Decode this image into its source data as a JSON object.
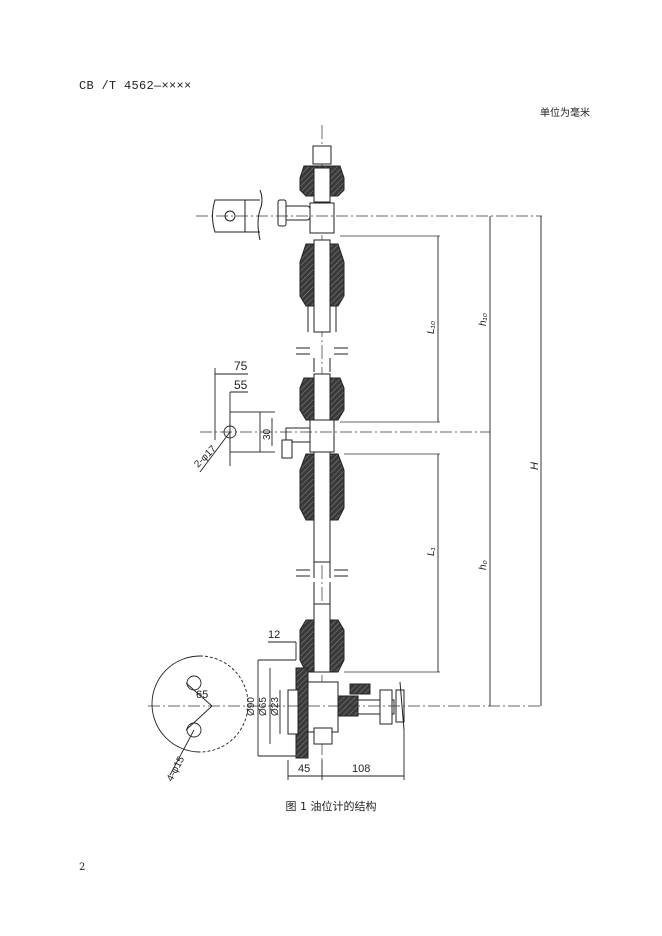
{
  "header": {
    "standard_code": "CB /T 4562—××××",
    "unit_note": "单位为毫米"
  },
  "figure": {
    "caption": "图 1 油位计的结构",
    "dimensions": {
      "d75": "75",
      "d55": "55",
      "d30": "30",
      "d12": "12",
      "d45": "45",
      "d108": "108",
      "holes_top": "2-φ17",
      "holes_bottom": "4-φ15",
      "r65": "65",
      "phi90": "Ø90",
      "phi65": "Ø65",
      "phi23": "Ø23",
      "h": "H",
      "h0": "h₀",
      "h10": "h₁₀",
      "l1": "L₁",
      "l10": "L₁₀"
    }
  },
  "footer": {
    "page_number": "2"
  }
}
